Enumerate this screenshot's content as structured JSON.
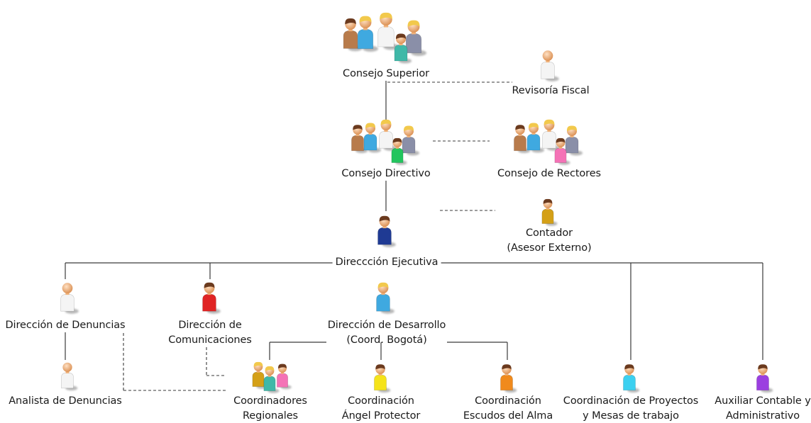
{
  "nodes": {
    "consejo_superior": {
      "label": "Consejo Superior"
    },
    "revisoria_fiscal": {
      "label": "Revisoría Fiscal"
    },
    "consejo_directivo": {
      "label": "Consejo Directivo"
    },
    "consejo_rectores": {
      "label": "Consejo de Rectores"
    },
    "contador": {
      "label": "Contador",
      "sub": "(Asesor Externo)"
    },
    "direccion_ejecutiva": {
      "label": "Direccción Ejecutiva"
    },
    "direccion_denuncias": {
      "label": "Dirección de Denuncias"
    },
    "direccion_comunicaciones": {
      "label": "Dirección de",
      "sub": "Comunicaciones"
    },
    "direccion_desarrollo": {
      "label": "Dirección de Desarrollo",
      "sub": "(Coord. Bogotá)"
    },
    "analista_denuncias": {
      "label": "Analista de Denuncias"
    },
    "coordinadores_regionales": {
      "label": "Coordinadores",
      "sub": "Regionales"
    },
    "coord_angel": {
      "label": "Coordinación",
      "sub": "Ángel Protector"
    },
    "coord_escudos": {
      "label": "Coordinación",
      "sub": "Escudos del Alma"
    },
    "coord_proyectos": {
      "label": "Coordinación de Proyectos",
      "sub": "y Mesas de trabajo"
    },
    "auxiliar": {
      "label": "Auxiliar Contable y",
      "sub": "Administrativo"
    }
  },
  "colors": {
    "line": "#3a3a3a",
    "skin": "#f0b27a",
    "hair_blonde": "#f2c94c",
    "hair_brown": "#6b3a1e",
    "shirt_blue": "#3fa9e0",
    "shirt_white": "#f4f4f4",
    "shirt_navy": "#1f3a93",
    "shirt_red": "#e02424",
    "shirt_yellow": "#f5e31a",
    "shirt_orange": "#f08a1c",
    "shirt_cyan": "#3cd0f0",
    "shirt_purple": "#9b3fe0",
    "shirt_green": "#22c55e",
    "shirt_pink": "#f472b6",
    "shirt_gray": "#8a8fa8"
  }
}
